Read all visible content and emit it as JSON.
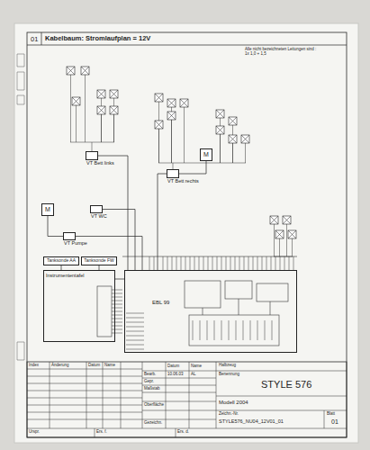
{
  "diagram": {
    "title": "Kabelbaum: Stromlaufplan = 12V",
    "nodes": [
      {
        "text": [
          "VT Bett links"
        ]
      },
      {
        "text": [
          "VT Bett rechts"
        ]
      },
      {
        "text": [
          "M"
        ]
      },
      {
        "text": [
          "M"
        ]
      },
      {
        "text": [
          "VT WC"
        ]
      },
      {
        "text": [
          "VT Pumpe"
        ]
      },
      {
        "text": [
          "Tanksonde AA"
        ]
      },
      {
        "text": [
          "Tanksonde FW"
        ]
      },
      {
        "text": [
          "Instrumententafel"
        ]
      },
      {
        "text": [
          "EBL 99"
        ]
      }
    ],
    "edges": [
      {
        "from": 0,
        "to": 9,
        "arrow": "none"
      },
      {
        "from": 1,
        "to": 9,
        "arrow": "none"
      },
      {
        "from": 2,
        "to": 1,
        "arrow": "none"
      },
      {
        "from": 3,
        "to": 5,
        "arrow": "none"
      },
      {
        "from": 4,
        "to": 9,
        "arrow": "none"
      },
      {
        "from": 5,
        "to": 9,
        "arrow": "none"
      },
      {
        "from": 6,
        "to": 8,
        "arrow": "none"
      },
      {
        "from": 7,
        "to": 8,
        "arrow": "none"
      },
      {
        "from": 8,
        "to": 9,
        "arrow": "none"
      }
    ],
    "labels": [
      "01",
      "Alle nicht bezeichneten Leitungen sind : 1x 1,0 + 1,5",
      "Index",
      "Änderung",
      "Datum",
      "Name",
      "Datum",
      "Name",
      "Halbzeug",
      "Bearb.",
      "10.06.03",
      "AL",
      "Gepr.",
      "Maßstab",
      "Oberfläche",
      "Gezeichn.",
      "Benennung",
      "STYLE 576",
      "Modell 2004",
      "Zeichn.-Nr.",
      "STYLE576_NU04_12V01_01",
      "Blatt",
      "01",
      "Urspr.",
      "Ers. f.",
      "Ers. d."
    ]
  }
}
